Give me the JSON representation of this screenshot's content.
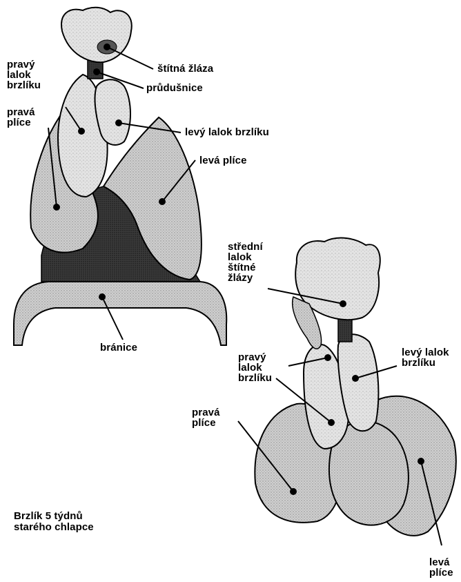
{
  "top_figure": {
    "labels": {
      "thyroid": "štítná žláza",
      "trachea": "průdušnice",
      "right_thymus_lobe": "pravý\nlalok\nbrzlíku",
      "right_lung": "pravá\nplíce",
      "left_thymus_lobe": "levý lalok brzlíku",
      "left_lung": "levá plíce",
      "diaphragm": "bránice"
    }
  },
  "bottom_figure": {
    "labels": {
      "middle_thyroid_lobe": "střední\nlalok\nštítné\nžlázy",
      "right_thymus_lobe": "pravý\nlalok\nbrzlíku",
      "left_thymus_lobe": "levý lalok\nbrzlíku",
      "right_lung": "pravá\nplíce",
      "left_lung": "levá\nplíce"
    }
  },
  "caption": "Brzlík 5 týdnů\nstarého chlapce"
}
